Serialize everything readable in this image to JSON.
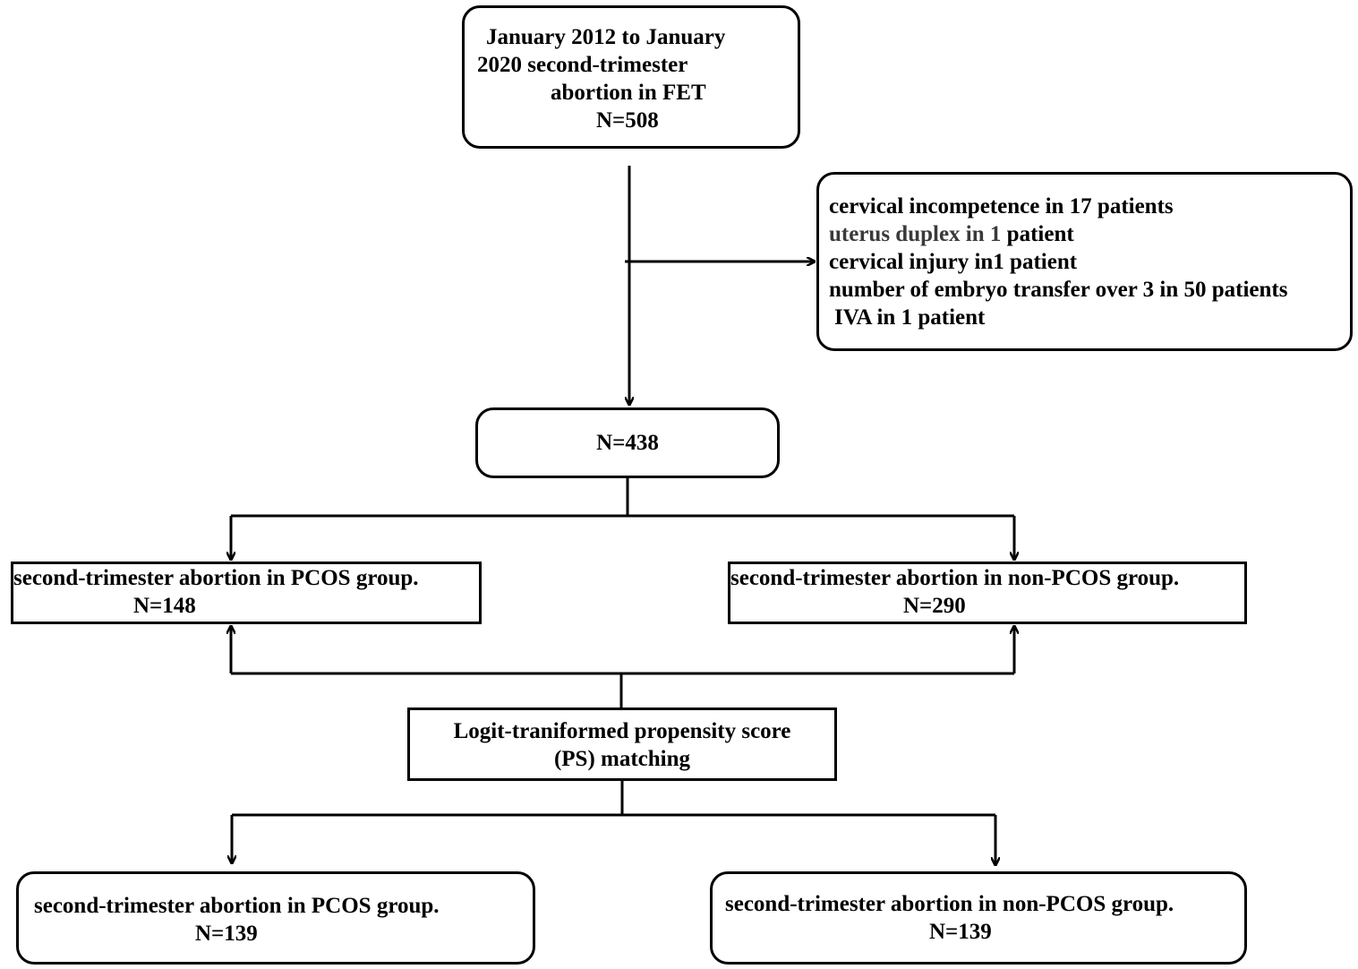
{
  "nodes": {
    "start": {
      "lines": [
        "January 2012 to January",
        "2020  second-trimester",
        "abortion in FET",
        "N=508"
      ]
    },
    "exclusion": {
      "lines": [
        "cervical incompetence in 17 patients",
        "uterus duplex in 1",
        "patient",
        "cervical injury in1 patient",
        "number of embryo transfer over 3 in 50 patients",
        "IVA in 1 patient"
      ]
    },
    "n438": {
      "label": "N=438"
    },
    "pcos_before": {
      "label": "second-trimester abortion in PCOS group.",
      "count": "N=148"
    },
    "nonpcos_before": {
      "label": "second-trimester abortion in non-PCOS group.",
      "count": "N=290"
    },
    "ps_matching": {
      "lines": [
        "Logit-traniformed propensity score",
        "(PS) matching"
      ]
    },
    "pcos_after": {
      "label": "second-trimester abortion in PCOS group.",
      "count": "N=139"
    },
    "nonpcos_after": {
      "label": "second-trimester abortion in non-PCOS group.",
      "count": "N=139"
    }
  },
  "colors": {
    "stroke": "#000000",
    "text": "#000000",
    "gray_text": "#3a3a3a",
    "background": "#ffffff"
  }
}
